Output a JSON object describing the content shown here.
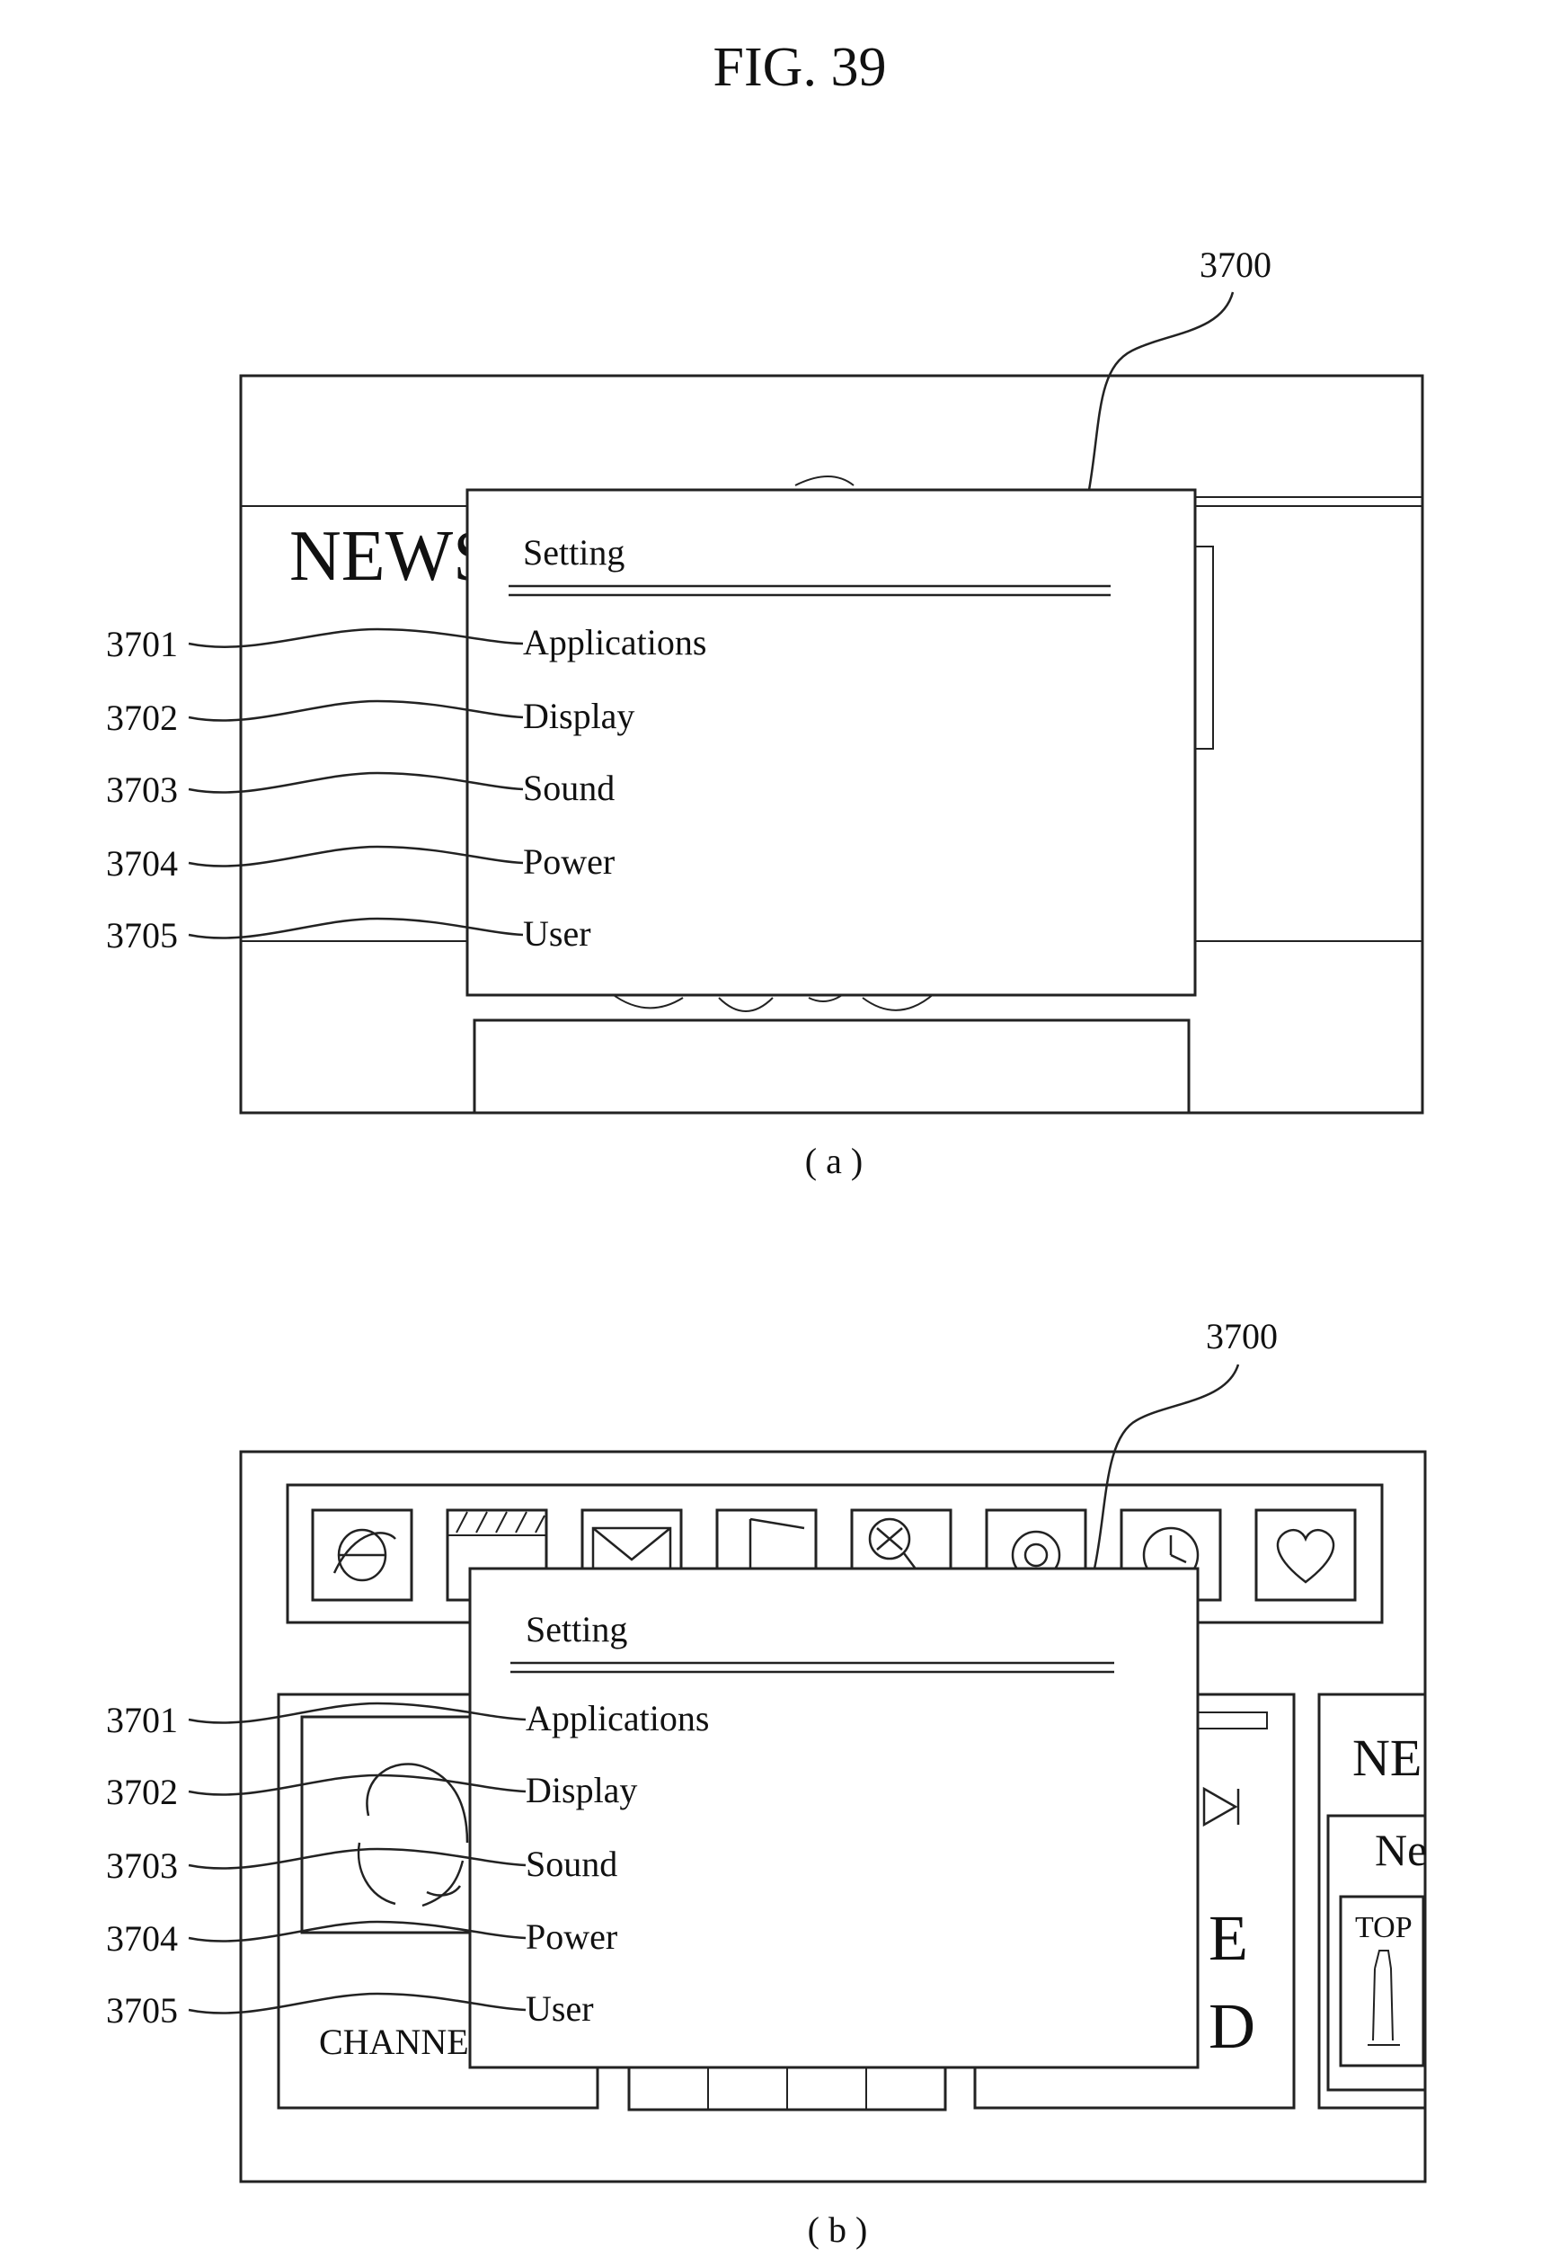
{
  "figure_title": "FIG. 39",
  "panels": [
    {
      "caption": "( a )",
      "callout_ref": "3700",
      "background_text": [
        "NEWS"
      ],
      "menu": {
        "title": "Setting",
        "items": [
          {
            "label": "Applications",
            "ref": "3701"
          },
          {
            "label": "Display",
            "ref": "3702"
          },
          {
            "label": "Sound",
            "ref": "3703"
          },
          {
            "label": "Power",
            "ref": "3704"
          },
          {
            "label": "User",
            "ref": "3705"
          }
        ]
      }
    },
    {
      "caption": "( b )",
      "callout_ref": "3700",
      "background_text": [
        "CHANNE",
        "NE",
        "Ne",
        "TOP",
        "E",
        "D"
      ],
      "app_icons": [
        "browser-icon",
        "video-icon",
        "mail-icon",
        "music-icon",
        "search-icon",
        "gear-icon",
        "clock-icon",
        "heart-icon"
      ],
      "menu": {
        "title": "Setting",
        "items": [
          {
            "label": "Applications",
            "ref": "3701"
          },
          {
            "label": "Display",
            "ref": "3702"
          },
          {
            "label": "Sound",
            "ref": "3703"
          },
          {
            "label": "Power",
            "ref": "3704"
          },
          {
            "label": "User",
            "ref": "3705"
          }
        ]
      }
    }
  ]
}
